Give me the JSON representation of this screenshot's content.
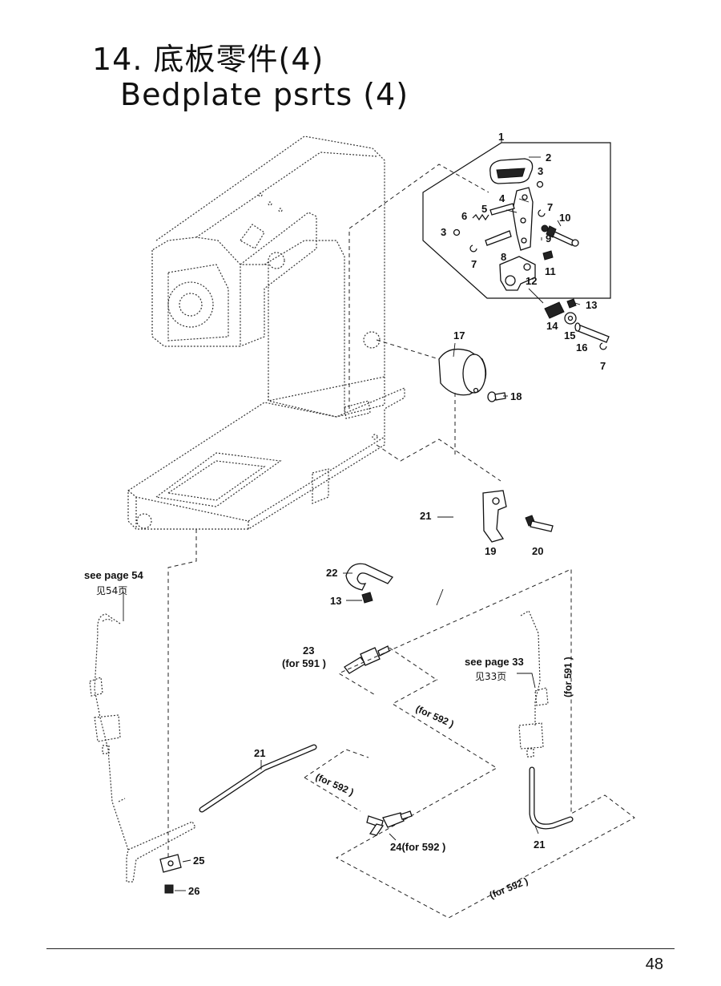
{
  "title": {
    "line1": "14. 底板零件(4)",
    "line2": "Bedplate psrts (4)"
  },
  "callouts": {
    "p1": "1",
    "p2": "2",
    "p3a": "3",
    "p3b": "3",
    "p4": "4",
    "p5": "5",
    "p6": "6",
    "p7a": "7",
    "p7b": "7",
    "p7c": "7",
    "p8": "8",
    "p9": "9",
    "p10": "10",
    "p11": "11",
    "p12": "12",
    "p13a": "13",
    "p13b": "13",
    "p14": "14",
    "p15": "15",
    "p16": "16",
    "p17": "17",
    "p18": "18",
    "p19": "19",
    "p20": "20",
    "p21a": "21",
    "p21b": "21",
    "p21c": "21",
    "p22": "22",
    "p23": "23",
    "p23_note": "(for 591   )",
    "p24": "24(for 592   )",
    "p25": "25",
    "p26": "26"
  },
  "references": {
    "see54_en": "see page 54",
    "see54_cn": "见54页",
    "see33_en": "see page 33",
    "see33_cn": "见33页"
  },
  "variant_notes": {
    "for591": "(for 591   )",
    "for592a": "(for 592   )",
    "for592b": "(for 592   )",
    "for592c": "(for 592   )"
  },
  "page_number": "48"
}
